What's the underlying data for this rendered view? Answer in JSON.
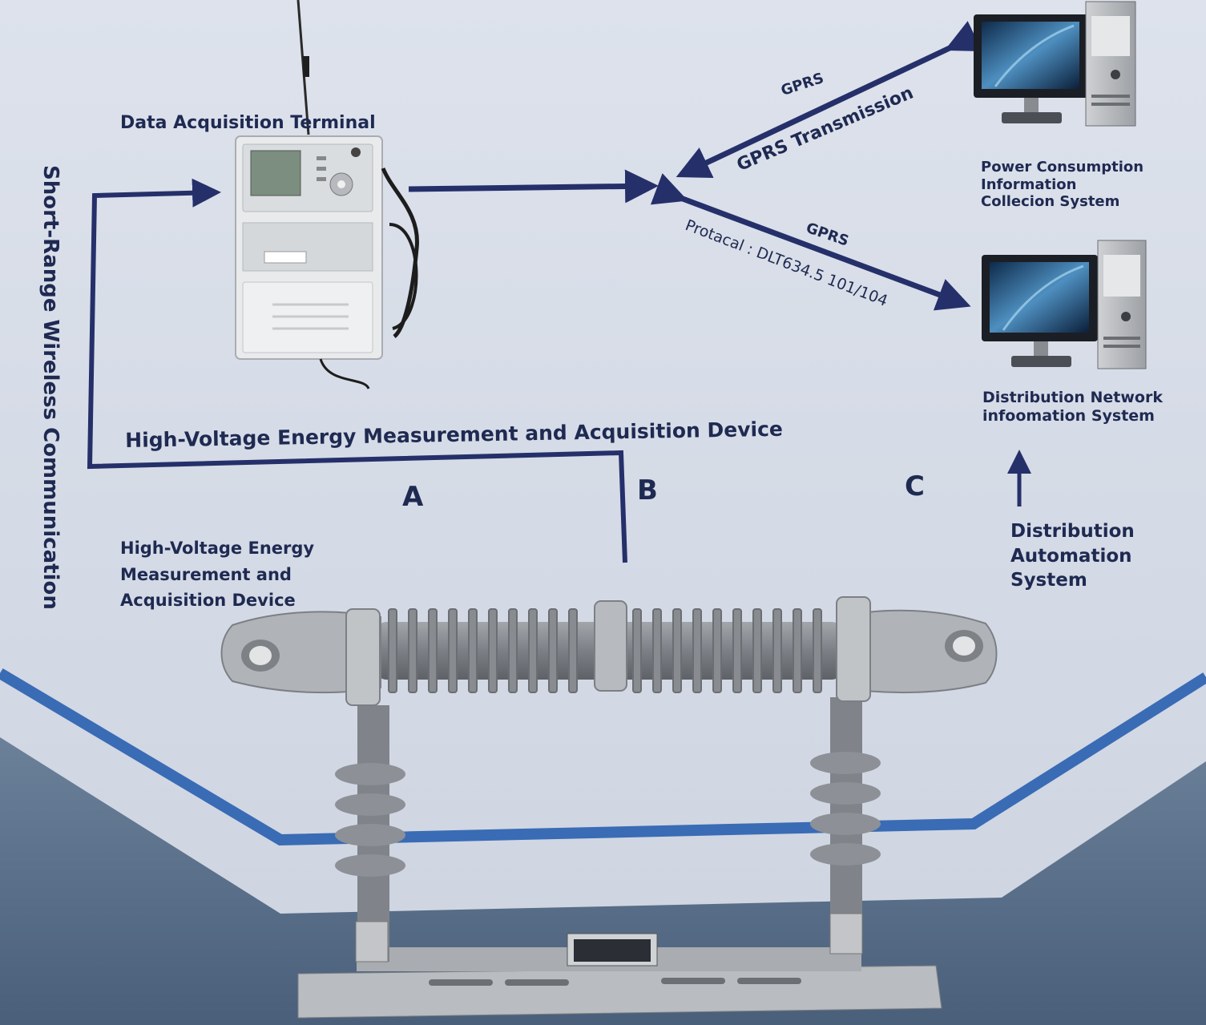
{
  "labels": {
    "data_terminal": "Data Acquisition Terminal",
    "gprs_top": "GPRS",
    "gprs_transmission": "GPRS Transmission",
    "gprs_mid": "GPRS",
    "protocol": "Protacal : DLT634.5 101/104",
    "power_system": "Power Consumption Information Collecion System",
    "distribution_network": "Distribution Network infoomation System",
    "hv_device_main": "High-Voltage Energy Measurement and Acquisition Device",
    "hv_device_small": "High-Voltage Energy Measurement and Acquisition Device",
    "letter_a": "A",
    "letter_b": "B",
    "letter_c": "C",
    "distribution_automation": "Distribution Automation System",
    "vertical": "Short-Range Wireless Communication"
  },
  "colors": {
    "wall": "#d9dee9",
    "ink": "#1f2a52",
    "arrow": "#25306a",
    "stripe": "#3a6bb5",
    "floor": "#5f7590",
    "insulator": "#8c8f94",
    "metal": "#b5b8bc"
  }
}
